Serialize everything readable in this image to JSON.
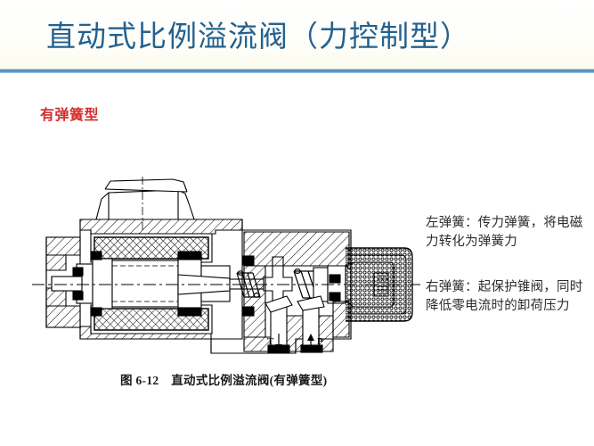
{
  "slide": {
    "title": "直动式比例溢流阀（力控制型）",
    "title_color": "#24618e",
    "rule_color": "#4d8cbb",
    "background": "#ffffff"
  },
  "section": {
    "label": "有弹簧型",
    "color": "#d52b2b"
  },
  "figure": {
    "caption": "图 6-12　直动式比例溢流阀(有弹簧型)",
    "ports": [
      {
        "name": "T",
        "label": "T",
        "flow": "down"
      },
      {
        "name": "P",
        "label": "P",
        "flow": "up"
      }
    ]
  },
  "annotations": [
    {
      "id": "left-spring",
      "text": "左弹簧：传力弹簧，将电磁力转化为弹簧力"
    },
    {
      "id": "right-spring",
      "text": "右弹簧：起保护锥阀，同时降低零电流时的卸荷压力"
    }
  ]
}
